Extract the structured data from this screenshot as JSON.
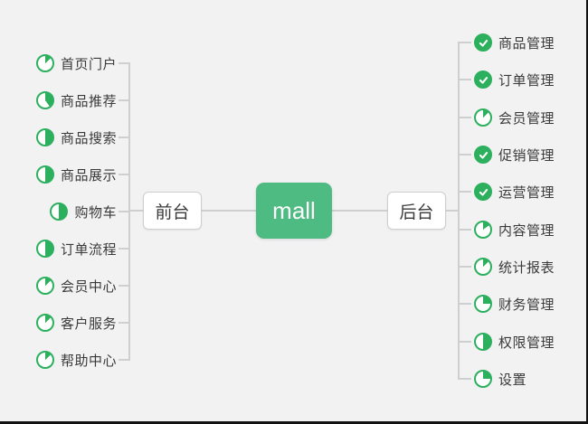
{
  "canvas": {
    "bg_color": "#f2f2f3",
    "line_color": "#cdcfd0",
    "icon_green": "#2cb05e",
    "root_node_color": "#4ebb82",
    "icons": {
      "done": "check-circle-icon",
      "partial": "progress-pie-icon"
    }
  },
  "root": {
    "label": "mall"
  },
  "left_branch": {
    "label": "前台",
    "items": [
      {
        "label": "首页门户",
        "progress": 12.5
      },
      {
        "label": "商品推荐",
        "progress": 40
      },
      {
        "label": "商品搜索",
        "progress": 50
      },
      {
        "label": "商品展示",
        "progress": 50
      },
      {
        "label": "购物车",
        "progress": 50
      },
      {
        "label": "订单流程",
        "progress": 50
      },
      {
        "label": "会员中心",
        "progress": 12.5
      },
      {
        "label": "客户服务",
        "progress": 12.5
      },
      {
        "label": "帮助中心",
        "progress": 12.5
      }
    ]
  },
  "right_branch": {
    "label": "后台",
    "items": [
      {
        "label": "商品管理",
        "progress": 100
      },
      {
        "label": "订单管理",
        "progress": 100
      },
      {
        "label": "会员管理",
        "progress": 12.5
      },
      {
        "label": "促销管理",
        "progress": 100
      },
      {
        "label": "运营管理",
        "progress": 100
      },
      {
        "label": "内容管理",
        "progress": 15
      },
      {
        "label": "统计报表",
        "progress": 12.5
      },
      {
        "label": "财务管理",
        "progress": 25
      },
      {
        "label": "权限管理",
        "progress": 50
      },
      {
        "label": "设置",
        "progress": 25
      }
    ]
  }
}
